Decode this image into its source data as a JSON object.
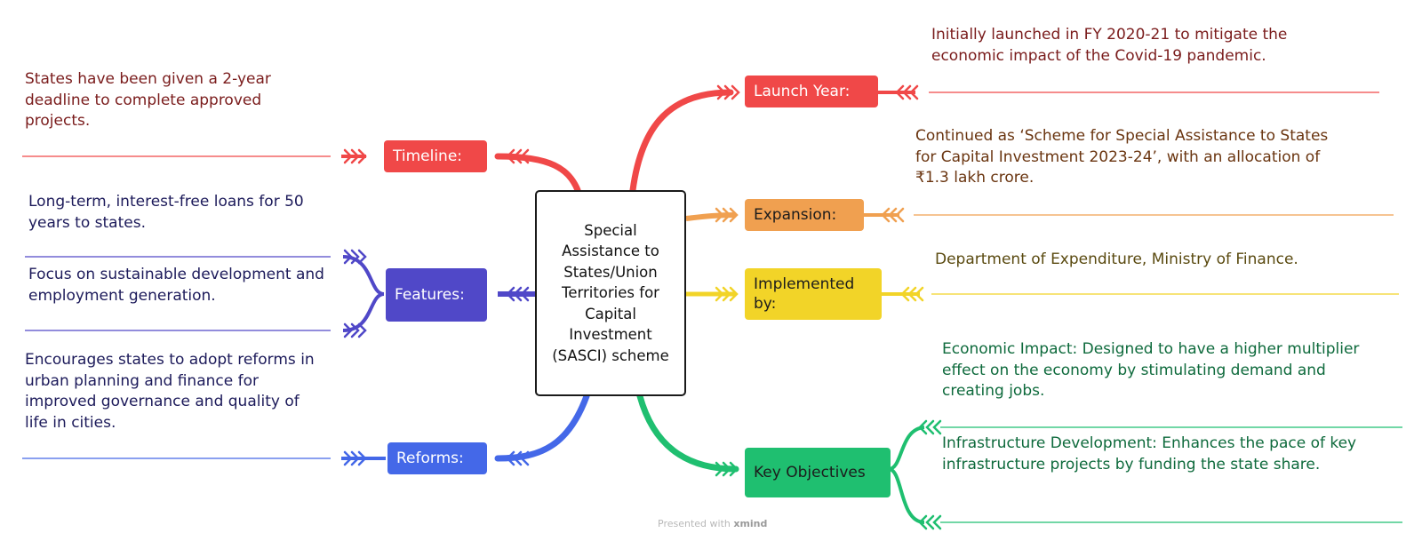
{
  "central": {
    "label": "Special Assistance to States/Union Territories for Capital Investment (SASCI) scheme"
  },
  "branches": {
    "launch_year": {
      "label": "Launch Year:",
      "color": "#f04848",
      "details": [
        "Initially launched in FY 2020-21 to mitigate the economic impact of the Covid-19 pandemic."
      ]
    },
    "expansion": {
      "label": "Expansion:",
      "color": "#f0a050",
      "details": [
        "Continued as ‘Scheme for Special Assistance to States for Capital Investment 2023-24’, with an allocation of ₹1.3 lakh crore."
      ]
    },
    "implemented_by": {
      "label": "Implemented by:",
      "color": "#f2d428",
      "details": [
        "Department of Expenditure, Ministry of Finance."
      ]
    },
    "key_objectives": {
      "label": "Key Objectives",
      "color": "#1fbf70",
      "details": [
        "Economic Impact: Designed to have a higher multiplier effect on the economy by stimulating demand and creating jobs.",
        "Infrastructure Development: Enhances the pace of key infrastructure projects by funding the state share."
      ]
    },
    "timeline": {
      "label": "Timeline:",
      "color": "#f04848",
      "details": [
        "States have been given a 2-year deadline to complete approved projects."
      ]
    },
    "features": {
      "label": "Features:",
      "color": "#5048c8",
      "details": [
        "Long-term, interest-free loans for 50 years to states.",
        "Focus on sustainable development and employment generation."
      ]
    },
    "reforms": {
      "label": "Reforms:",
      "color": "#4468e8",
      "details": [
        "Encourages states to adopt reforms in urban planning and finance for improved governance and quality of life in cities."
      ]
    }
  },
  "footer": {
    "prefix": "Presented with",
    "brand": "xmind"
  }
}
